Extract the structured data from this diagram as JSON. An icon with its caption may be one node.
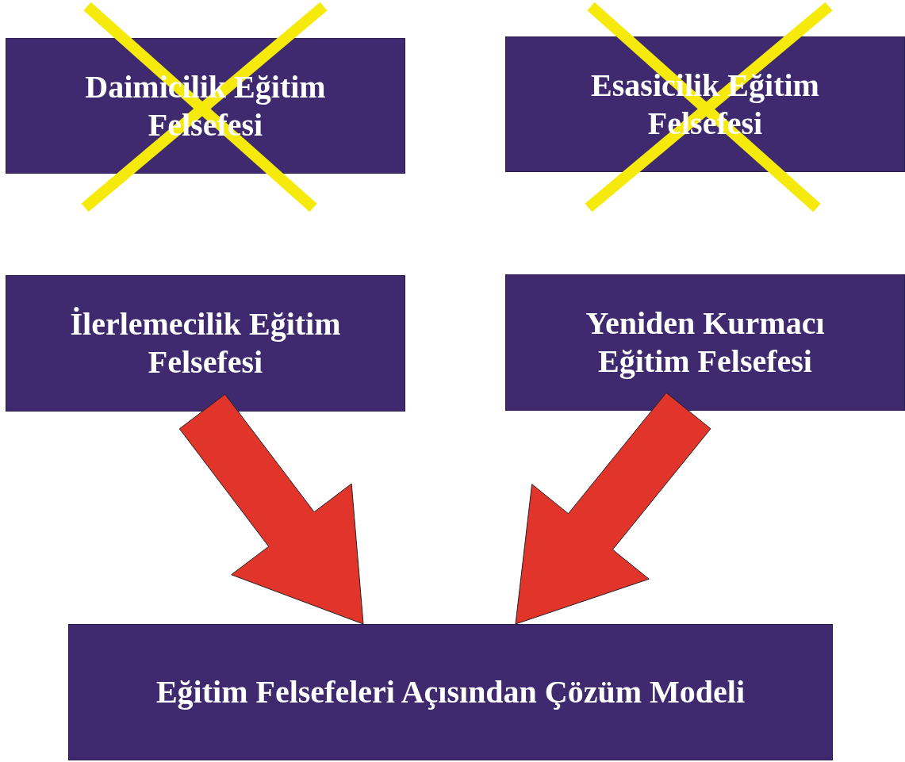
{
  "diagram": {
    "nodes": [
      {
        "text": [
          "Daimicilik Eğitim Felsefesi"
        ]
      },
      {
        "text": [
          "Esasicilik Eğitim Felsefesi"
        ]
      },
      {
        "text": [
          "İlerlemecilik Eğitim Felsefesi"
        ]
      },
      {
        "text": [
          "Yeniden Kurmacı Eğitim Felsefesi"
        ]
      },
      {
        "text": [
          "Eğitim Felsefeleri Açısından Çözüm Modeli"
        ]
      }
    ],
    "edges": [
      {
        "from": 2,
        "to": 4,
        "arrow": "to",
        "color": "#e1342a"
      },
      {
        "from": 3,
        "to": 4,
        "arrow": "to",
        "color": "#e1342a"
      }
    ]
  }
}
